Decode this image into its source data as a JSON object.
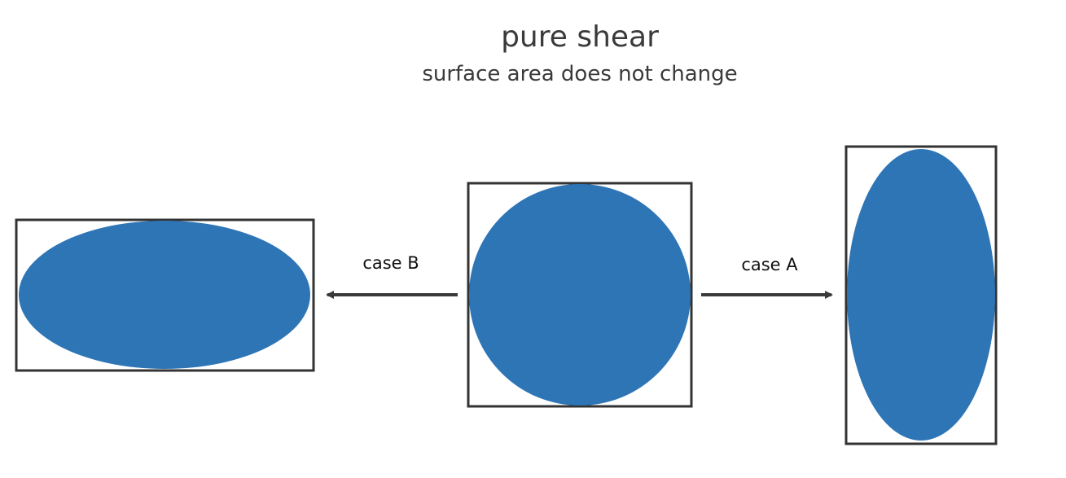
{
  "title": "pure shear",
  "subtitle": "surface area does not change",
  "labels": {
    "case_b": "case B",
    "case_a": "case A"
  },
  "colors": {
    "shape_fill": "#2E75B6",
    "frame_stroke": "#333333",
    "arrow": "#3a3a3a"
  }
}
